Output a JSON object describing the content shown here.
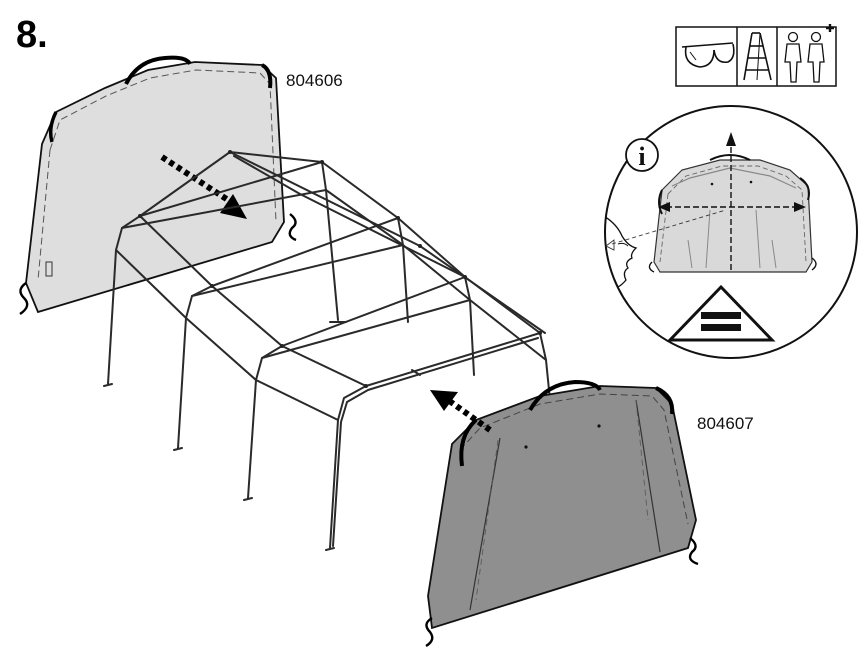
{
  "step": {
    "number": "8."
  },
  "parts": {
    "rear_panel": {
      "part_number": "804606"
    },
    "front_panel": {
      "part_number": "804607"
    }
  },
  "info_callout": {
    "info_glyph": "i"
  },
  "requirements_icons": [
    "safety-glasses-icon",
    "step-ladder-icon",
    "two-person-icon"
  ],
  "colors": {
    "rear_panel_fill": "#dedede",
    "front_panel_fill": "#8f8f8f",
    "frame_stroke": "#2a2a2a",
    "line": "#111111"
  }
}
